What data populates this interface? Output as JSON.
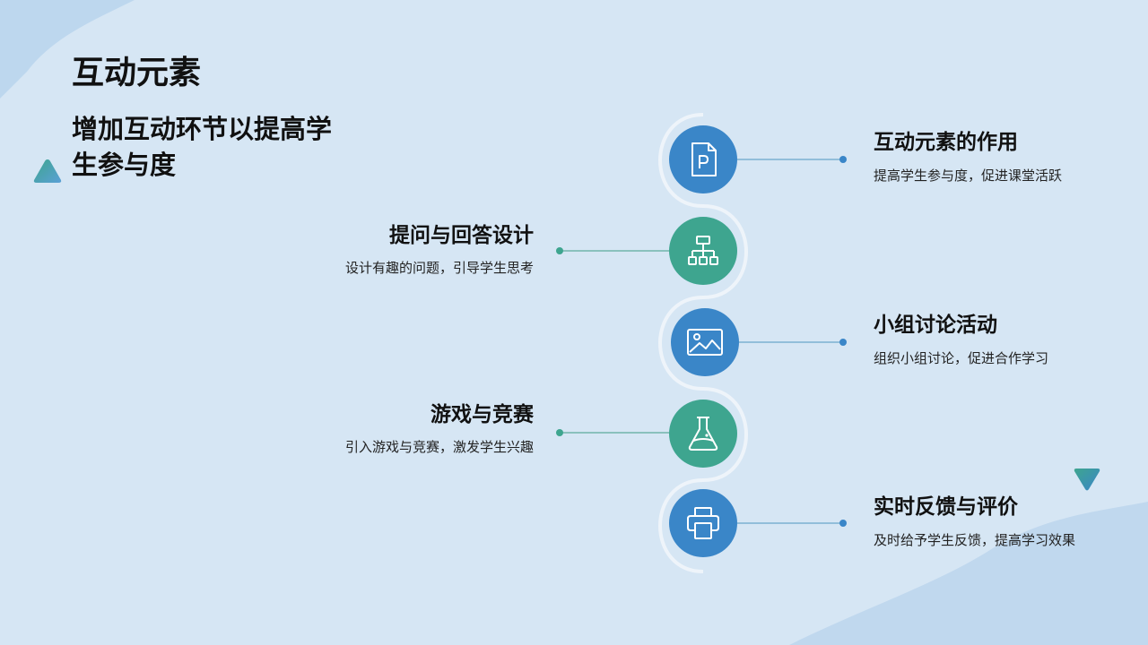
{
  "title": "互动元素",
  "subtitle": "增加互动环节以提高学生参与度",
  "colors": {
    "background": "#d6e6f4",
    "blue": "#3a86c8",
    "teal": "#3ea58f",
    "line": "#6aa7c9",
    "curve": "#eef4fa"
  },
  "items": [
    {
      "title": "互动元素的作用",
      "desc": "提高学生参与度，促进课堂活跃",
      "icon": "document-p-icon",
      "color": "#3a86c8"
    },
    {
      "title": "提问与回答设计",
      "desc": "设计有趣的问题，引导学生思考",
      "icon": "hierarchy-icon",
      "color": "#3ea58f"
    },
    {
      "title": "小组讨论活动",
      "desc": "组织小组讨论，促进合作学习",
      "icon": "image-icon",
      "color": "#3a86c8"
    },
    {
      "title": "游戏与竞赛",
      "desc": "引入游戏与竞赛，激发学生兴趣",
      "icon": "flask-icon",
      "color": "#3ea58f"
    },
    {
      "title": "实时反馈与评价",
      "desc": "及时给予学生反馈，提高学习效果",
      "icon": "printer-icon",
      "color": "#3a86c8"
    }
  ]
}
